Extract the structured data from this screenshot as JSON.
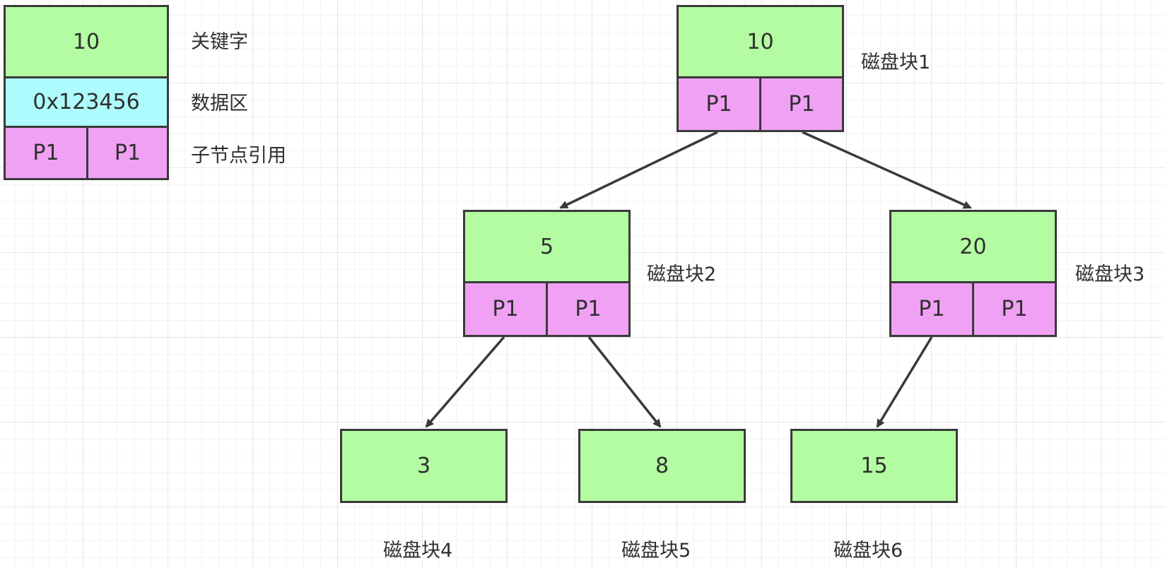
{
  "legend": {
    "key_value": "10",
    "data_value": "0x123456",
    "pointer_left": "P1",
    "pointer_right": "P1",
    "key_label": "关键字",
    "data_label": "数据区",
    "pointer_label": "子节点引用"
  },
  "tree": {
    "root": {
      "key": "10",
      "p_left": "P1",
      "p_right": "P1",
      "block": "磁盘块1"
    },
    "left": {
      "key": "5",
      "p_left": "P1",
      "p_right": "P1",
      "block": "磁盘块2"
    },
    "right": {
      "key": "20",
      "p_left": "P1",
      "p_right": "P1",
      "block": "磁盘块3"
    },
    "leaf_a": {
      "key": "3",
      "block": "磁盘块4"
    },
    "leaf_b": {
      "key": "8",
      "block": "磁盘块5"
    },
    "leaf_c": {
      "key": "15",
      "block": "磁盘块6"
    }
  },
  "colors": {
    "key_fill": "#b3fca2",
    "data_fill": "#adfbfc",
    "pointer_fill": "#f0a1f4",
    "stroke": "#3a3a3a"
  }
}
